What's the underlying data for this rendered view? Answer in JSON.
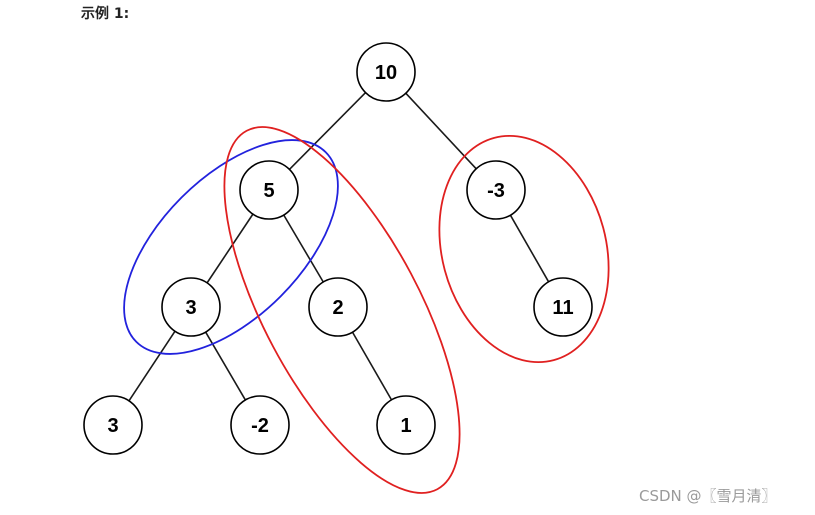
{
  "heading": "示例 1:",
  "watermark": "CSDN @〖雪月清〗",
  "tree": {
    "nodes": [
      {
        "id": "n10",
        "label": "10"
      },
      {
        "id": "n5",
        "label": "5"
      },
      {
        "id": "nm3",
        "label": "-3"
      },
      {
        "id": "n3a",
        "label": "3"
      },
      {
        "id": "n2",
        "label": "2"
      },
      {
        "id": "n11",
        "label": "11"
      },
      {
        "id": "n3b",
        "label": "3"
      },
      {
        "id": "nm2",
        "label": "-2"
      },
      {
        "id": "n1",
        "label": "1"
      }
    ],
    "edges": [
      [
        "n10",
        "n5"
      ],
      [
        "n10",
        "nm3"
      ],
      [
        "n5",
        "n3a"
      ],
      [
        "n5",
        "n2"
      ],
      [
        "nm3",
        "n11"
      ],
      [
        "n3a",
        "n3b"
      ],
      [
        "n3a",
        "nm2"
      ],
      [
        "n2",
        "n1"
      ]
    ],
    "highlights": [
      {
        "name": "blue-path-ellipse",
        "color": "#2222dd"
      },
      {
        "name": "red-path-ellipse-left",
        "color": "#e02020"
      },
      {
        "name": "red-path-ellipse-right",
        "color": "#e02020"
      }
    ]
  }
}
